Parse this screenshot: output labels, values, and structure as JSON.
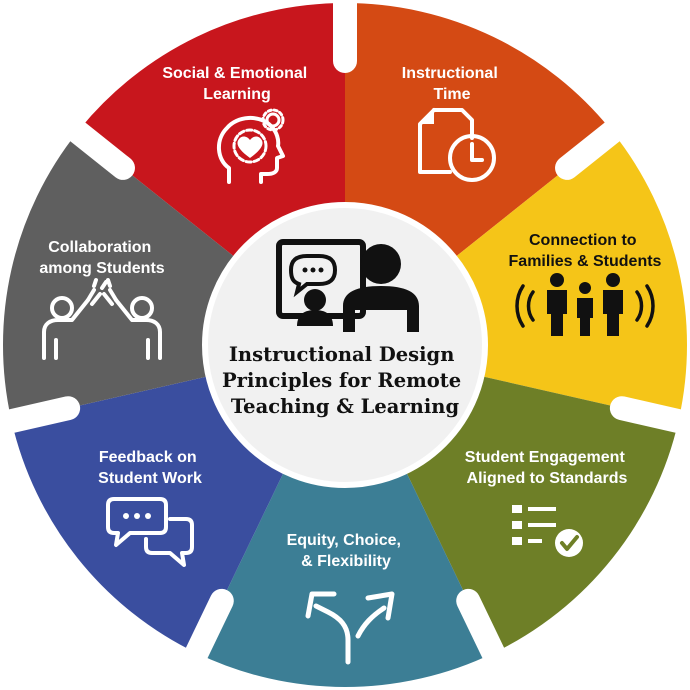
{
  "center": {
    "title_lines": [
      "Instructional Design",
      "Principles for Remote",
      "Teaching & Learning"
    ],
    "icon": "video-conference-icon"
  },
  "segments": [
    {
      "id": "social-emotional-learning",
      "lines": [
        "Social & Emotional",
        "Learning"
      ],
      "icon": "head-heart-gears-icon",
      "color": "#C8161D"
    },
    {
      "id": "instructional-time",
      "lines": [
        "Instructional",
        "Time"
      ],
      "icon": "document-clock-icon",
      "color": "#D44A14"
    },
    {
      "id": "connection-families-students",
      "lines": [
        "Connection to",
        "Families & Students"
      ],
      "icon": "family-broadcast-icon",
      "color": "#F5C518"
    },
    {
      "id": "student-engagement-standards",
      "lines": [
        "Student Engagement",
        "Aligned to Standards"
      ],
      "icon": "checklist-icon",
      "color": "#6E7F27"
    },
    {
      "id": "equity-choice-flexibility",
      "lines": [
        "Equity, Choice,",
        "& Flexibility"
      ],
      "icon": "split-arrow-icon",
      "color": "#3C7E95"
    },
    {
      "id": "feedback-student-work",
      "lines": [
        "Feedback on",
        "Student Work"
      ],
      "icon": "chat-bubbles-icon",
      "color": "#3A4E9F"
    },
    {
      "id": "collaboration-among-students",
      "lines": [
        "Collaboration",
        "among Students"
      ],
      "icon": "high-five-icon",
      "color": "#5F5F5F"
    }
  ]
}
